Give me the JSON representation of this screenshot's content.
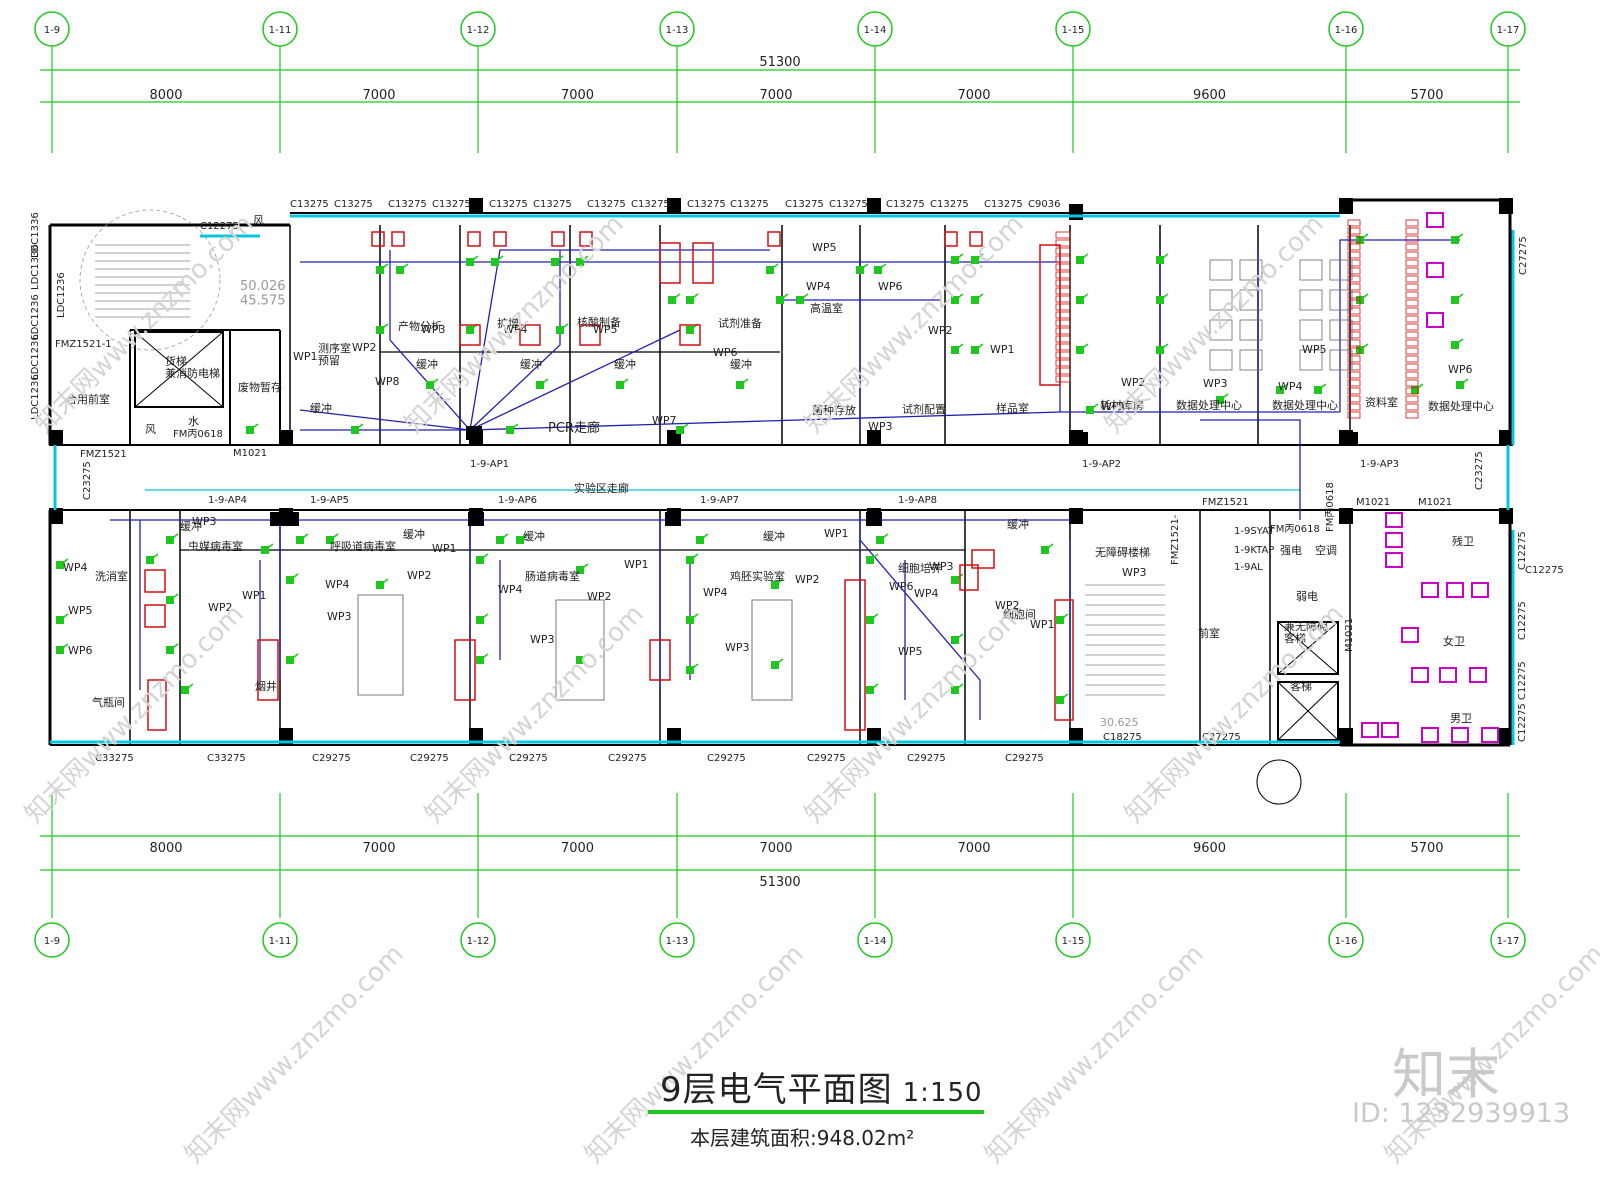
{
  "drawing": {
    "title": "9层电气平面图",
    "scale": "1:150",
    "area_label": "本层建筑面积:",
    "area_value": "948.02m²"
  },
  "axes": [
    "1-9",
    "1-11",
    "1-12",
    "1-13",
    "1-14",
    "1-15",
    "1-16",
    "1-17"
  ],
  "dimensions": {
    "total": "51300",
    "spans": [
      "8000",
      "7000",
      "7000",
      "7000",
      "7000",
      "9600",
      "5700"
    ]
  },
  "windows_top": [
    "C13275",
    "C13275",
    "C13275",
    "C13275",
    "C13275",
    "C13275",
    "C13275",
    "C13275",
    "C13275",
    "C13275",
    "C13275",
    "C13275",
    "C13275",
    "C13275",
    "C13275",
    "C9036"
  ],
  "windows_bottom": [
    "C33275",
    "C33275",
    "C29275",
    "C29275",
    "C29275",
    "C29275",
    "C29275",
    "C29275",
    "C29275",
    "C29275",
    "C18275",
    "C27275"
  ],
  "left_windows": [
    "LDC1336",
    "LDC1236",
    "LDC1236",
    "LDC1236",
    "LDC1236",
    "LDC1336"
  ],
  "right_windows": [
    "C27275",
    "C23275",
    "C12275",
    "C12275",
    "C12275",
    "C12275"
  ],
  "rooms_top": {
    "stair": "50.026\n45.575",
    "elevator": "货梯\n兼消防电梯",
    "waste": "废物暂存",
    "shared_front": "合用前室",
    "water": "水",
    "wind": "风",
    "measure": "测序室\n预留",
    "buffer": "缓冲",
    "prep": "产物分析",
    "amp": "扩增",
    "extract": "核酸制备",
    "reagent": "试剂准备",
    "high_temp": "高温室",
    "strain": "菌种存放",
    "reagent_cfg": "试剂配置",
    "sample": "样品室",
    "store": "耗材库房",
    "data1": "数据处理中心",
    "data2": "数据处理中心",
    "archive": "资料室",
    "data3": "数据处理中心",
    "pcr": "PCR走廊"
  },
  "rooms_bottom": {
    "corridor": "实验区走廊",
    "wash": "洗消室",
    "gas": "气瓶间",
    "insect": "虫媒病毒室",
    "resp": "呼吸道病毒室",
    "gut": "肠道病毒室",
    "egg": "鸡胚实验室",
    "cell": "细胞培养",
    "cell2": "细胞间",
    "stair2": "无障碍楼梯",
    "stair2_elev": "30.625",
    "front2": "前室",
    "elev2": "兼无障碍\n客梯",
    "elev3": "客梯",
    "strong": "强电",
    "weak": "弱电",
    "ac": "空调",
    "accessible_wc": "残卫",
    "female": "女卫",
    "male": "男卫",
    "shaft": "烟井"
  },
  "doors": [
    "FMZ1521-1",
    "FMZ1521",
    "FM丙0618",
    "M1021",
    "FMZ1521",
    "M1021",
    "M1021",
    "M1021",
    "FMZ1521-",
    "FM丙0618",
    "FM丙0618",
    "C12275"
  ],
  "panels": [
    "1-9-AP1",
    "1-9-AP2",
    "1-9-AP3",
    "1-9-AP4",
    "1-9-AP5",
    "1-9-AP6",
    "1-9-AP7",
    "1-9-AP8",
    "1-9SYAT",
    "1-9KTAP",
    "1-9AL"
  ],
  "circuits": [
    "WP1",
    "WP2",
    "WP3",
    "WP4",
    "WP5",
    "WP6",
    "WP7",
    "WP8"
  ],
  "watermark": {
    "site": "www.znzmo.com",
    "brand": "知末网",
    "logo": "知末",
    "id": "ID: 1232939913"
  },
  "colors": {
    "grid": "#1ec81e",
    "wall": "#000000",
    "wiring": "#2020b0",
    "fixture": "#1ec81e",
    "equipment": "#d01010",
    "window": "#00c8e0",
    "sanitary": "#c800c8",
    "text": "#222222"
  }
}
